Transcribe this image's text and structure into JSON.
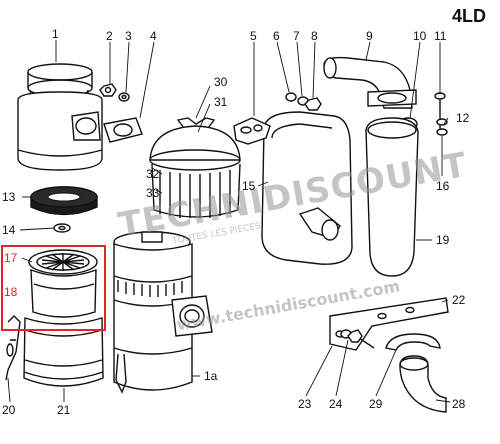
{
  "diagram": {
    "title": "4LD",
    "labels": [
      {
        "id": "1",
        "text": "1"
      },
      {
        "id": "2",
        "text": "2"
      },
      {
        "id": "3",
        "text": "3"
      },
      {
        "id": "4",
        "text": "4"
      },
      {
        "id": "5",
        "text": "5"
      },
      {
        "id": "6",
        "text": "6"
      },
      {
        "id": "7",
        "text": "7"
      },
      {
        "id": "8",
        "text": "8"
      },
      {
        "id": "9",
        "text": "9"
      },
      {
        "id": "10",
        "text": "10"
      },
      {
        "id": "11",
        "text": "11"
      },
      {
        "id": "12",
        "text": "12"
      },
      {
        "id": "13",
        "text": "13"
      },
      {
        "id": "14",
        "text": "14"
      },
      {
        "id": "15",
        "text": "15"
      },
      {
        "id": "16",
        "text": "16"
      },
      {
        "id": "17",
        "text": "17"
      },
      {
        "id": "18",
        "text": "18"
      },
      {
        "id": "19",
        "text": "19"
      },
      {
        "id": "20",
        "text": "20"
      },
      {
        "id": "21",
        "text": "21"
      },
      {
        "id": "22",
        "text": "22"
      },
      {
        "id": "23",
        "text": "23"
      },
      {
        "id": "24",
        "text": "24"
      },
      {
        "id": "28",
        "text": "28"
      },
      {
        "id": "29",
        "text": "29"
      },
      {
        "id": "30",
        "text": "30"
      },
      {
        "id": "31",
        "text": "31"
      },
      {
        "id": "32",
        "text": "32"
      },
      {
        "id": "33",
        "text": "33"
      },
      {
        "id": "1a",
        "text": "1a"
      }
    ],
    "highlighted_labels": [
      "17",
      "18"
    ],
    "highlight_color": "#d9272e",
    "watermark": {
      "brand": "TECHNIDISCOUNT",
      "tagline": "TOUTES LES PIECES",
      "url": "www.technidiscount.com"
    }
  }
}
